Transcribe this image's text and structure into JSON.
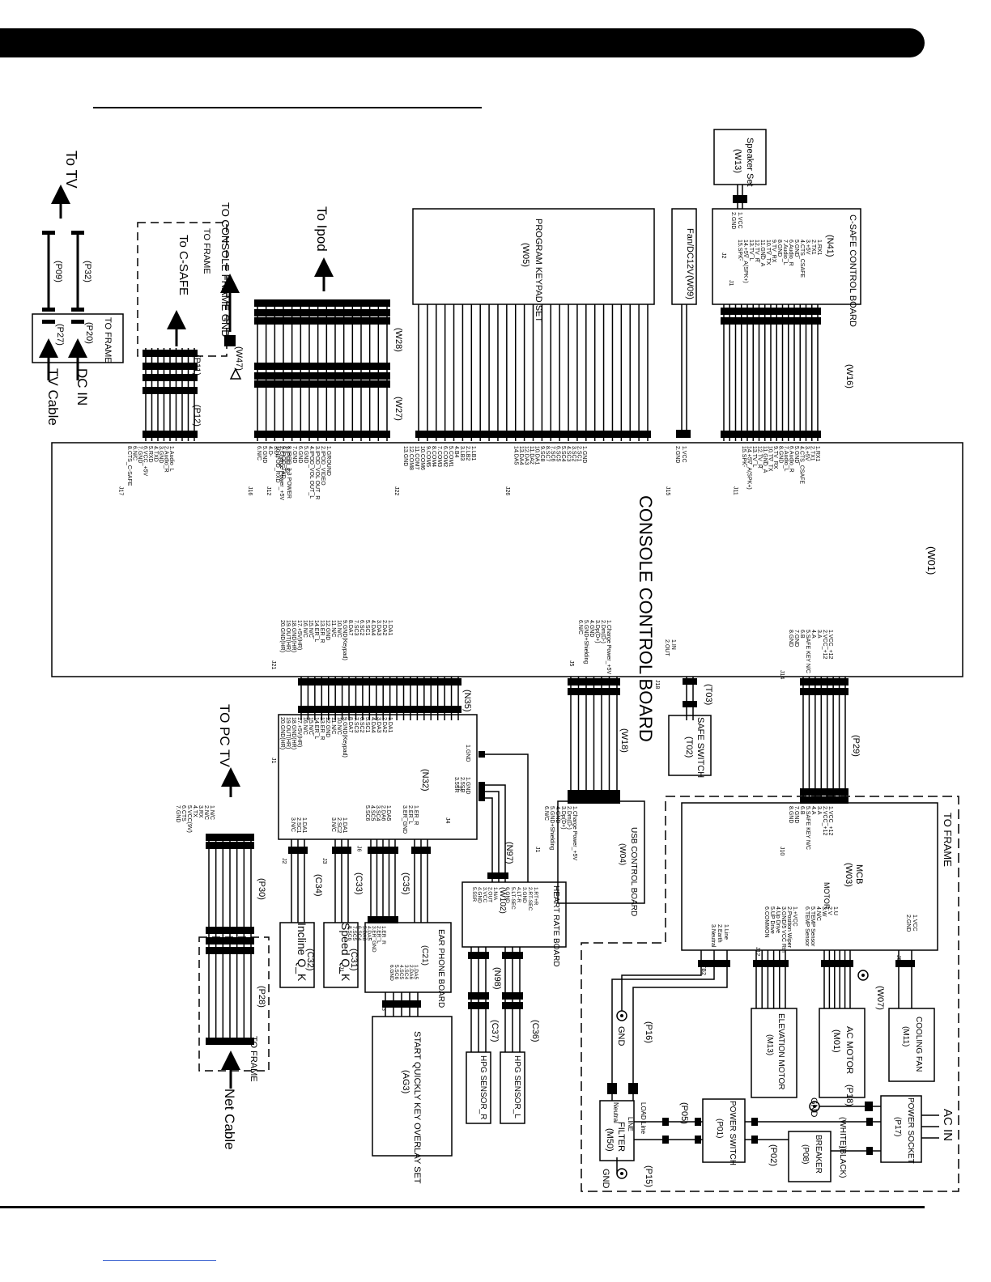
{
  "labels": {
    "to_tv": "To TV",
    "to_frame": "TO FRAME",
    "p32": "(P32)",
    "p09": "(P09)",
    "p27": "(P27)",
    "p20": "(P20)",
    "dc_in": "DC IN",
    "tv_cable": "TV Cable",
    "to_c_safe": "To C-SAFE",
    "p11": "(P11)",
    "p12": "(P12)",
    "to_console_frame_gnd": "TO CONSOLE FRAME GND",
    "w47": "(W47)",
    "to_ipod": "To Ipod",
    "w28": "(W28)",
    "w27": "(W27)",
    "program_keypad_title": "PROGRAM KEYPAD SET",
    "program_keypad_id": "(W05)",
    "fan_title": "Fan/DC12V",
    "fan_id": "(W09)",
    "speaker_title": "Speaker Set",
    "speaker_id": "(W13)",
    "csafe_title": "C-SAFE CONTROL BOARD",
    "csafe_id": "(N41)",
    "w16": "(W16)",
    "console_board_title": "CONSOLE CONTROL BOARD",
    "console_board_id": "(W01)",
    "n35": "(N35)",
    "to_pc_tv": "TO PC TV",
    "n32": "(N32)",
    "n97": "(N97)",
    "c34": "(C34)",
    "c33": "(C33)",
    "c35": "(C35)",
    "incline": "Incline Q_K",
    "incline_id": "(C32)",
    "speed": "Speed Q_K",
    "speed_id": "(C31)",
    "ear_phone_title": "EAR PHONE BOARD",
    "ear_phone_id": "(C21)",
    "start_quickly_title": "START QUICKLY KEY OVERLAY SET",
    "start_quickly_id": "(AG3)",
    "heart_rate_title": "HEART RATE BOARD",
    "heart_rate_id": "(W102)",
    "n98": "(N98)",
    "c37": "(C37)",
    "c36": "(C36)",
    "hpg_r": "HPG SENSOR_R",
    "hpg_l": "HPG SENSOR_L",
    "p30": "(P30)",
    "p28": "(P28)",
    "net_cable": "Net Cable",
    "w18": "(W18)",
    "usb_title": "USB CONTROL BOARD",
    "usb_id": "(W04)",
    "t03": "(T03)",
    "safe_switch": "SAFE SWITCH",
    "safe_switch_id": "(T02)",
    "p29": "(P29)",
    "mcb_title": "MCB",
    "mcb_id": "(W03)",
    "motor": "MOTOR",
    "p16": "(P16)",
    "gnd": "GND",
    "w07": "(W07)",
    "elevation_motor_title": "ELEVATION MOTOR",
    "elevation_motor_id": "(M13)",
    "ac_motor_title": "AC MOTOR",
    "ac_motor_id": "(M01)",
    "cooling_fan_title": "COOLING FAN",
    "cooling_fan_id": "(M11)",
    "p18": "(P18)",
    "power_socket_title": "POWER SOCKET",
    "power_socket_id": "(P17)",
    "ac_in": "AC IN",
    "white": "(WHITE)",
    "black": "(BLACK)",
    "filter_title": "FILTER",
    "filter_id": "(M50)",
    "p05": "(P05)",
    "power_switch_title": "POWER SWITCH",
    "power_switch_id": "(P01)",
    "p02": "(P02)",
    "breaker_title": "BREAKER",
    "breaker_id": "(P08)",
    "p15": "(P15)",
    "load_line": "LOAD Line",
    "neutral": "Neutral",
    "line": "LINE"
  },
  "pins": {
    "j17": {
      "name": "J17",
      "lines": [
        "1.Audio_L",
        "2.Audio_R",
        "3.GND",
        "4.TXD",
        "5.RXD",
        "6.VCC_+5V",
        "7.GND",
        "6.N/C",
        "8.CTS_C-SAFE"
      ]
    },
    "j16": {
      "name": "J16",
      "lines": [
        "1.IPOD_ID",
        "2.Charge Power_+5V",
        "3.D+",
        "4.D-",
        "5.GND",
        "6.N/C"
      ]
    },
    "j12": {
      "name": "J12",
      "lines": [
        "1.GROUND",
        "2.IPOD_VIDEO",
        "3.IPOD_VOL OUT_R",
        "4.IPOD_VOL OUT_L",
        "5.GND",
        "6.GND",
        "7.GND",
        "8.IPOD_3.3 POWER",
        "9.IPOD_TXD",
        "10.IPOD_RXD"
      ]
    },
    "j22": {
      "name": "J22",
      "lines": [
        "1.LB1",
        "2.LB2",
        "3.LB3",
        "4.B4",
        "5.COM1",
        "6.COM2",
        "7.COM3",
        "8.COM4",
        "9.COM5",
        "10.COM6",
        "11.COM7",
        "12.COM8",
        "13.GND"
      ]
    },
    "j26": {
      "name": "J26",
      "lines": [
        "1.GND",
        "2.SC1",
        "3.SC2",
        "4.SC3",
        "5.SC4",
        "6.SC5",
        "7.SC6",
        "8.SC7",
        "9.SC8",
        "10.DA1",
        "11.DA2",
        "12.DA3",
        "13.DA4",
        "14.DA5"
      ]
    },
    "j15": {
      "name": "J15",
      "lines": [
        "1.VCC",
        "2.GND"
      ]
    },
    "j11": {
      "name": "J11",
      "lines": [
        "1.RX1",
        "2.TX1",
        "3.+5V",
        "4.CTS_CSAFE",
        "5.GND",
        "6.Audio_R",
        "7.Audio_L",
        "8.GND",
        "9.TV_RX",
        "10.TV_TX",
        "11.GND_A",
        "12.TV_R",
        "13.TV_L",
        "14.+5V_A(SPK+)",
        "15.SPK-"
      ]
    },
    "j21": {
      "name": "J21",
      "lines": [
        "1.DA1",
        "2.DA2",
        "3.DA3",
        "4.DA4",
        "5.SC1",
        "6.SC2",
        "7.SC3",
        "8.DA7",
        "9.GND(Keypad)",
        "10.N/C",
        "11.N/C",
        "12.GND",
        "13.ER_R",
        "14.ER_L",
        "15.N/C",
        "16.N/C",
        "17.+5V(HR)",
        "18.GND(HR)",
        "19.OUT(HR)",
        "20.GND(HR)"
      ]
    },
    "j5": {
      "name": "J5",
      "lines": [
        "1.Charge Power_+5V",
        "2.Dm(D-)",
        "3.Dp(D+)",
        "4.GND",
        "5.GND+Shielding",
        "6.N/C"
      ]
    },
    "j18": {
      "name": "J18",
      "lines": [
        "1.IN",
        "2.OUT"
      ]
    },
    "j14": {
      "name": "J14",
      "lines": [
        "1.VCC_+12",
        "2.VCC_+12",
        "3.A",
        "4.A",
        "5.SAFE KEY N/C",
        "6.B",
        "7.GND",
        "8.GND"
      ]
    },
    "j1_usb": {
      "name": "J1",
      "lines": [
        "1.Charge Power_+5V",
        "2.Dm(D-)",
        "3.Dp(D+)",
        "4.GND",
        "5.GND+Shielding",
        "6.N/C"
      ]
    },
    "j10": {
      "name": "J10",
      "lines": [
        "1.VCC_+12",
        "2.VCC_+12",
        "3.A",
        "4.A",
        "5.SAFE KEY N/C",
        "6.B",
        "7.GND",
        "8.GND"
      ]
    },
    "j2_cs": {
      "name": "J2",
      "lines": [
        "1.VCC",
        "2.GND"
      ]
    },
    "j1_cs": {
      "name": "J1",
      "lines": [
        "1.RX1",
        "2.TX1",
        "3.+5V",
        "4.CTS_CSAFE",
        "5.GND",
        "6.Audio_R",
        "7.Audio_L",
        "8.GND",
        "9.TV_RX",
        "10.TV_TX",
        "11.GND_A",
        "12.TV_R",
        "13.TV_L",
        "14.+5V_A(SPK+)",
        "15.SPK-"
      ]
    },
    "n32_j1": {
      "name": "J1",
      "lines": [
        "1.DA1",
        "2.DA2",
        "3.DA3",
        "4.DA4",
        "5.SC1",
        "6.SC2",
        "7.SC3",
        "8.DA7",
        "9.GND(Keypad)",
        "10.N/C",
        "11.N/C",
        "12.GND",
        "13.ER_R",
        "14.ER_L",
        "15.N/C",
        "16.N/C",
        "17.+5V(HR)",
        "18.GND(HR)",
        "19.OUT(HR)",
        "20.GND(HR)"
      ]
    },
    "n32_j7": {
      "name": "J7",
      "lines": [
        "1.GND"
      ]
    },
    "n32_j4": {
      "name": "J4",
      "lines": [
        "1.GND",
        "2.5SR",
        "3.5SR"
      ]
    },
    "n32_j5": {
      "name": "J5",
      "lines": [
        "1.ER_R",
        "2.ER_L",
        "3.ER_GND"
      ]
    },
    "n32_j6": {
      "name": "J6",
      "lines": [
        "1.DA5",
        "2.DA6",
        "3.SC4",
        "4.SC5",
        "5.SC6"
      ]
    },
    "n32_j3": {
      "name": "J3",
      "lines": [
        "1.DA1",
        "2.SC2",
        "3.N/C"
      ]
    },
    "n32_j2": {
      "name": "J2",
      "lines": [
        "1.DA1",
        "2.SC1",
        "3.N/C"
      ]
    },
    "tv_pins": {
      "name": "",
      "lines": [
        "1.N/C",
        "2.N/C",
        "3.RX",
        "4.TX",
        "5.VCC(9V)",
        "6.CTS",
        "7.GND"
      ]
    },
    "hr_left": {
      "name": "",
      "lines": [
        "1.N/A",
        "2.OUT",
        "3.VCC",
        "4.GND",
        "5.5SR"
      ]
    },
    "hr_right": {
      "name": "",
      "lines": [
        "1.RT+R",
        "2.RT-SEC",
        "3.GND",
        "4.LT-R",
        "5.LT-SEC",
        "6.GND"
      ]
    },
    "ear_left": {
      "name": "J1",
      "lines": [
        "1.ER_R",
        "2.ER_L",
        "3.ER_GND",
        "4.DA5",
        "5.DA6",
        "6.SC4",
        "7.SC5",
        "8.SC6"
      ]
    },
    "ear_right": {
      "name": "J3",
      "lines": [
        "1.DA5",
        "2.DA6",
        "3.SC4",
        "4.SC5",
        "5.SC6",
        "6.GND"
      ]
    },
    "mcb_j12": {
      "name": "J12",
      "lines": [
        "1.+VCC",
        "2.Position Wiper",
        "3.GND/5 VCC Rtn",
        "4.Up Drive",
        "5.UP Drive",
        "6.COMMON"
      ]
    },
    "mcb_motor": {
      "name": "",
      "lines": [
        "1.U",
        "2.V",
        "3.W",
        "4.N/C",
        "5.TEMP Sensor",
        "6.TEMP Sensor"
      ]
    },
    "mcb_j6": {
      "name": "J6",
      "lines": [
        "1.VCC",
        "2.GND"
      ]
    },
    "mcb_tb2": {
      "name": "TB2",
      "lines": [
        "1.Line",
        "2.Earth",
        "3.Neutral"
      ]
    }
  }
}
